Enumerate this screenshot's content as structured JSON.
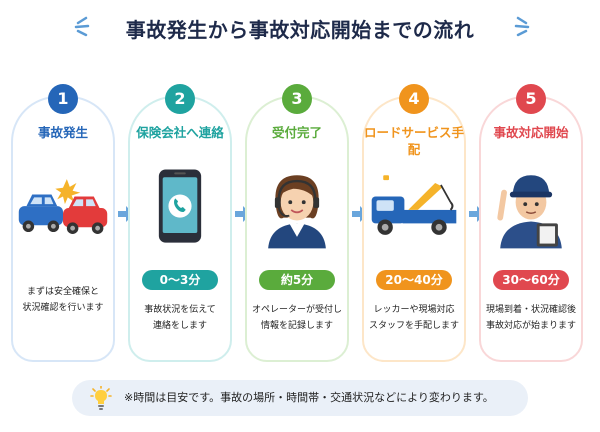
{
  "title": "事故発生から事故対応開始までの流れ",
  "steps": [
    {
      "number": "1",
      "title": "事故発生",
      "time": "",
      "desc": [
        "まずは安全確保と",
        "状況確認を行います"
      ],
      "color": "#2566b8",
      "light": "#d7e6f7"
    },
    {
      "number": "2",
      "title": "保険会社へ連絡",
      "time": "0〜3分",
      "desc": [
        "事故状況を伝えて",
        "連絡をします"
      ],
      "color": "#1fa3a0",
      "light": "#cfeeed"
    },
    {
      "number": "3",
      "title": "受付完了",
      "time": "約5分",
      "desc": [
        "オペレーターが受付し",
        "情報を記録します"
      ],
      "color": "#5aab3c",
      "light": "#dcefd3"
    },
    {
      "number": "4",
      "title": "ロードサービス手配",
      "time": "20〜40分",
      "desc": [
        "レッカーや現場対応",
        "スタッフを手配します"
      ],
      "color": "#f0941d",
      "light": "#fde6c8"
    },
    {
      "number": "5",
      "title": "事故対応開始",
      "time": "30〜60分",
      "desc": [
        "現場到着・状況確認後",
        "事故対応が始まります"
      ],
      "color": "#e0484f",
      "light": "#f9d7d8"
    }
  ],
  "note": "※時間は目安です。事故の場所・時間帯・交通状況などにより変わります。",
  "icons": [
    "car-crash-icon",
    "smartphone-call-icon",
    "operator-icon",
    "tow-truck-icon",
    "responder-icon",
    "arrow-right-icon",
    "lightbulb-icon"
  ],
  "colors": {
    "title": "#1e2a4a",
    "arrow": "#6aa6dc",
    "note_bg": "#eaf0f8"
  }
}
